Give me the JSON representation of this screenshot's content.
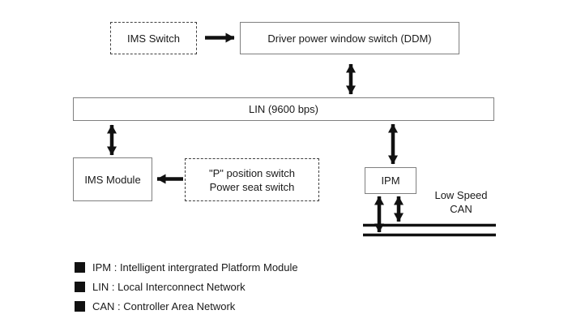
{
  "diagram": {
    "title_hint": "IMS / LIN / CAN network block diagram",
    "nodes": {
      "ims_switch": "IMS Switch",
      "ddm": "Driver power window switch (DDM)",
      "lin": "LIN (9600 bps)",
      "ims_module": "IMS Module",
      "p_switch_line1": "\"P\" position switch",
      "p_switch_line2": "Power seat switch",
      "ipm": "IPM",
      "can_label_line1": "Low Speed",
      "can_label_line2": "CAN"
    },
    "connections": [
      {
        "from": "IMS Switch",
        "to": "Driver power window switch (DDM)",
        "direction": "one-way"
      },
      {
        "from": "Driver power window switch (DDM)",
        "to": "LIN (9600 bps)",
        "direction": "two-way"
      },
      {
        "from": "LIN (9600 bps)",
        "to": "IMS Module",
        "direction": "two-way"
      },
      {
        "from": "\"P\" position switch / Power seat switch",
        "to": "IMS Module",
        "direction": "one-way"
      },
      {
        "from": "LIN (9600 bps)",
        "to": "IPM",
        "direction": "two-way"
      },
      {
        "from": "IPM",
        "to": "Low Speed CAN bus",
        "direction": "two-way, two links"
      }
    ],
    "legend": [
      "IPM : Intelligent intergrated Platform Module",
      "LIN : Local Interconnect Network",
      "CAN : Controller Area Network"
    ],
    "colors": {
      "background": "#ffffff",
      "solid_box_border": "#808080",
      "dashed_box_border": "#404040",
      "arrow": "#111111",
      "text": "#1a1a1a"
    }
  }
}
